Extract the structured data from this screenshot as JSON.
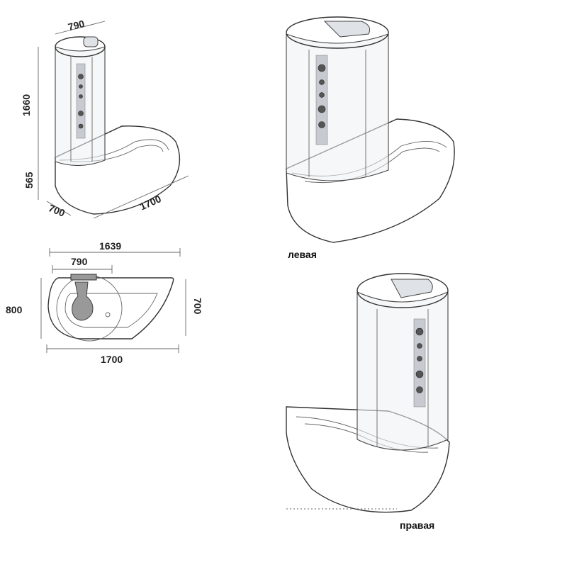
{
  "dims_iso": {
    "width_top": "790",
    "height_cabin": "1660",
    "height_tub": "565",
    "depth": "700",
    "length": "1700"
  },
  "dims_plan": {
    "outer": "1639",
    "inner": "790",
    "depth_left": "800",
    "depth_right": "700",
    "length": "1700"
  },
  "captions": {
    "left": "левая",
    "right": "правая"
  }
}
